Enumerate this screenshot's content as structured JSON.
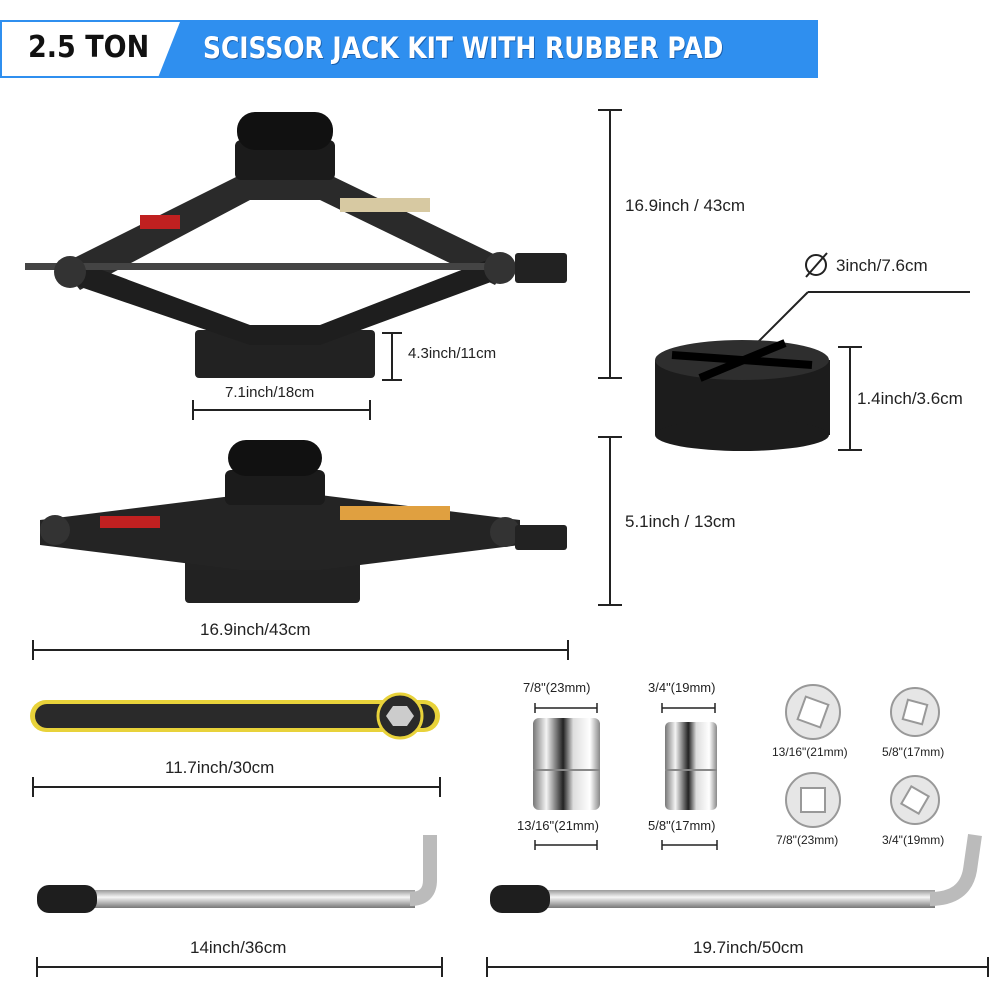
{
  "header": {
    "badge": "2.5 TON",
    "title": "SCISSOR JACK KIT WITH RUBBER PAD",
    "accent": "#2f8fef"
  },
  "jack_raised": {
    "height": "16.9inch / 43cm",
    "base_height": "4.3inch/11cm",
    "base_width": "7.1inch/18cm"
  },
  "jack_lowered": {
    "height": "5.1inch / 13cm",
    "length": "16.9inch/43cm"
  },
  "rubber_pad": {
    "diameter": "3inch/7.6cm",
    "height": "1.4inch/3.6cm"
  },
  "ratchet_wrench": {
    "length": "11.7inch/30cm"
  },
  "sockets": {
    "large_top": "7/8\"(23mm)",
    "large_bottom": "13/16\"(21mm)",
    "small_top": "3/4\"(19mm)",
    "small_bottom": "5/8\"(17mm)",
    "ends": [
      "13/16\"(21mm)",
      "5/8\"(17mm)",
      "7/8\"(23mm)",
      "3/4\"(19mm)"
    ]
  },
  "lug_wrench_short": {
    "length": "14inch/36cm"
  },
  "lug_wrench_long": {
    "length": "19.7inch/50cm"
  }
}
